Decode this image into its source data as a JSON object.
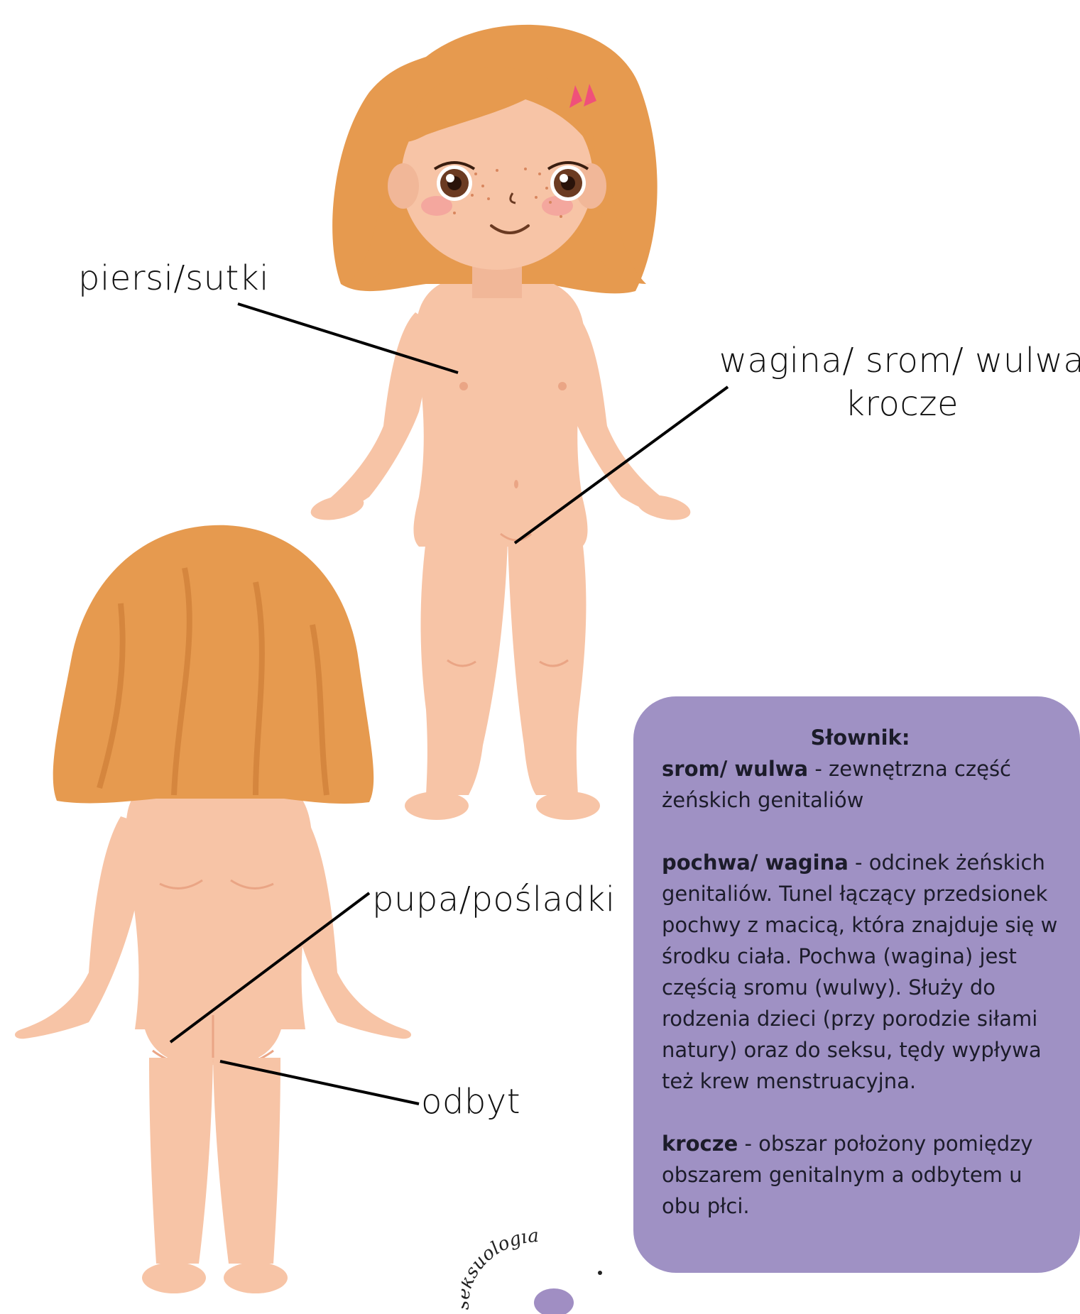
{
  "labels": {
    "breasts": "piersi/sutki",
    "vulva_line1": "wagina/ srom/ wulwa",
    "vulva_line2": "krocze",
    "buttocks": "pupa/pośladki",
    "anus": "odbyt"
  },
  "glossary": {
    "title": "Słownik:",
    "entries": [
      {
        "term": "srom/ wulwa",
        "definition": " - zewnętrzna część żeńskich genitaliów"
      },
      {
        "term": "pochwa/ wagina",
        "definition": " - odcinek żeńskich genitaliów. Tunel  łączący przedsionek pochwy z macicą, która znajduje się w środku ciała. Pochwa (wagina) jest częścią sromu (wulwy). Służy do rodzenia dzieci (przy porodzie siłami natury) oraz do seksu, tędy wypływa też krew menstruacyjna."
      },
      {
        "term": "krocze",
        "definition": " - obszar położony pomiędzy obszarem genitalnym a odbytem u obu płci."
      }
    ]
  },
  "logo": {
    "text": "seksuologia"
  },
  "colors": {
    "skin": "#f7c4a6",
    "skin_shadow": "#eaa585",
    "hair": "#e69a4f",
    "hair_dark": "#c97a33",
    "glossary_bg": "#9f91c4",
    "hair_clip": "#f0507a",
    "logo_accent": "#8f7ab8"
  }
}
